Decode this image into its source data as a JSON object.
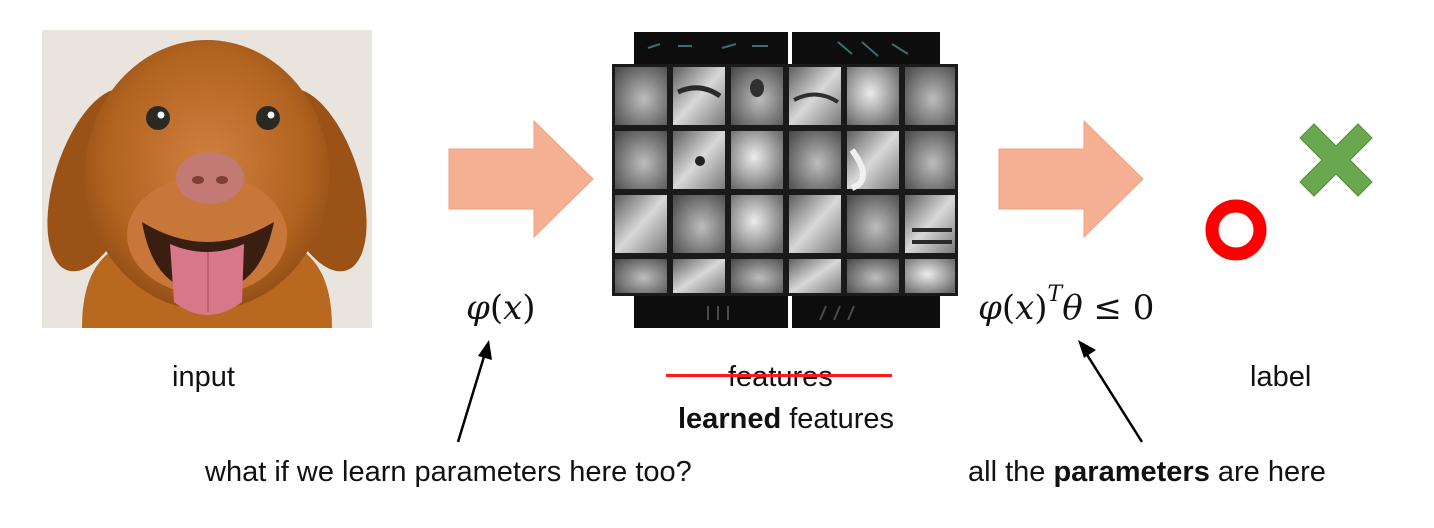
{
  "slide": {
    "input_label": "input",
    "phi_expr": {
      "phi": "φ",
      "open": "(",
      "x": "x",
      "close": ")"
    },
    "features_struck": "features",
    "learned_bold": "learned",
    "learned_rest": " features",
    "classifier_expr": {
      "phi": "φ",
      "x": "x",
      "T": "T",
      "theta": "θ",
      "leq": "≤ 0"
    },
    "label_label": "label",
    "question_text": "what if we learn parameters here too?",
    "params_pre": "all the ",
    "params_bold": "parameters",
    "params_post": " are here"
  },
  "colors": {
    "block_arrow": "#f5b093",
    "block_arrow_edge": "#f0a280",
    "strike_line": "#ff1a1a",
    "circle": "#ff0000",
    "cross": "#6aa84f",
    "cross_edge": "#4e8a3a",
    "filter_bg": "#0d0d0d"
  },
  "icons": [
    "dog-photo",
    "feature-filter-grid",
    "block-arrow-right",
    "circle-o-icon",
    "cross-x-icon",
    "pointer-arrow"
  ]
}
